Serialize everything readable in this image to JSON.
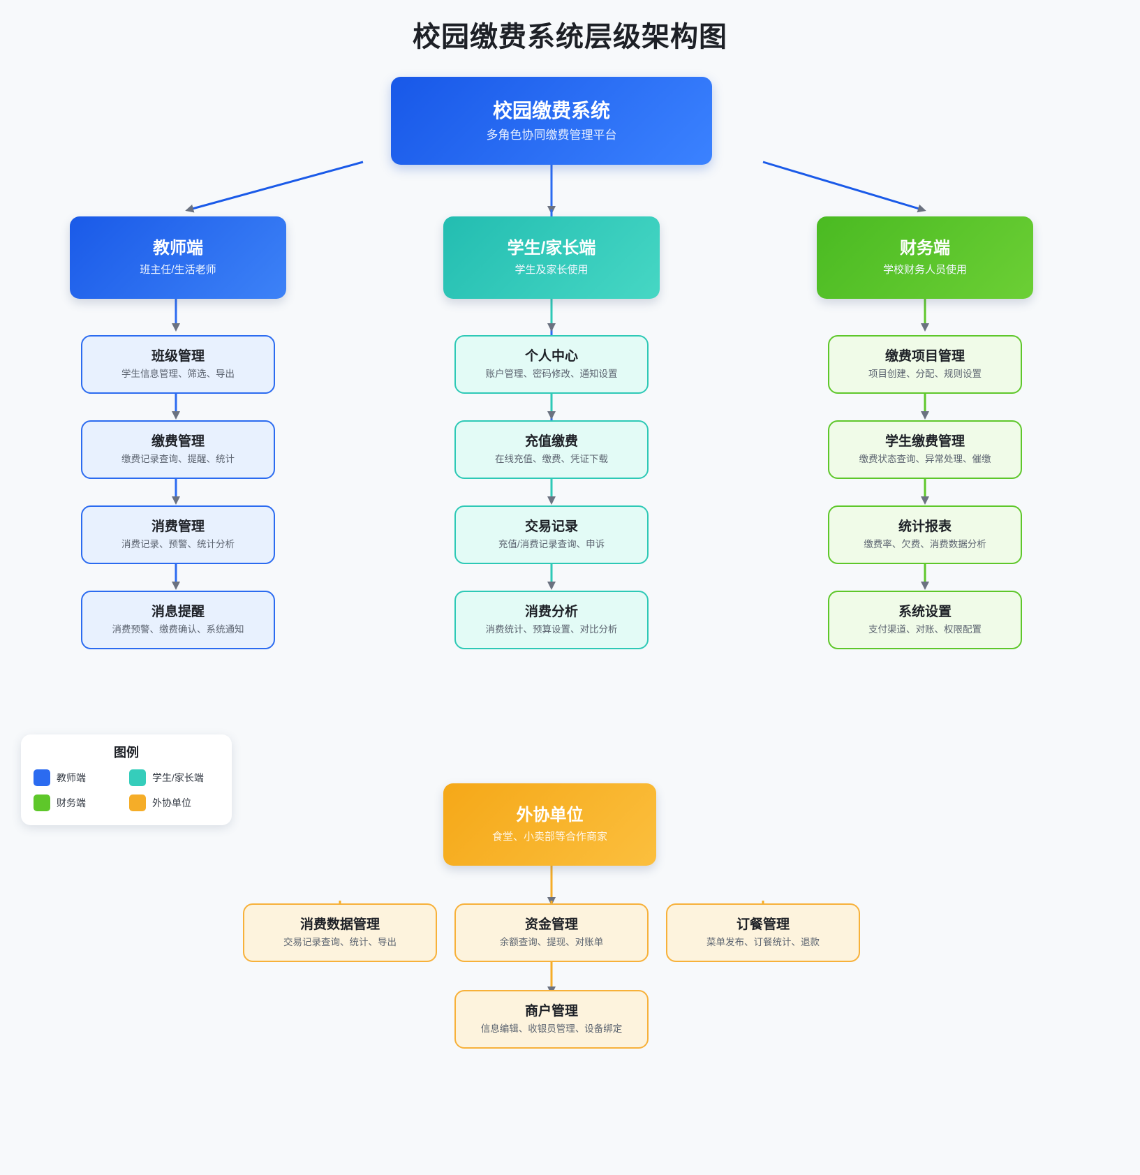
{
  "title": "校园缴费系统层级架构图",
  "colors": {
    "teacher": "#2b6bf0",
    "student": "#35cdbb",
    "finance": "#5ec72a",
    "vendor": "#f5ad28",
    "arrow": "#6b7280"
  },
  "root": {
    "title": "校园缴费系统",
    "subtitle": "多角色协同缴费管理平台"
  },
  "branches": [
    {
      "key": "teacher",
      "head": {
        "title": "教师端",
        "subtitle": "班主任/生活老师"
      },
      "children": [
        {
          "title": "班级管理",
          "subtitle": "学生信息管理、筛选、导出"
        },
        {
          "title": "缴费管理",
          "subtitle": "缴费记录查询、提醒、统计"
        },
        {
          "title": "消费管理",
          "subtitle": "消费记录、预警、统计分析"
        },
        {
          "title": "消息提醒",
          "subtitle": "消费预警、缴费确认、系统通知"
        }
      ]
    },
    {
      "key": "student",
      "head": {
        "title": "学生/家长端",
        "subtitle": "学生及家长使用"
      },
      "children": [
        {
          "title": "个人中心",
          "subtitle": "账户管理、密码修改、通知设置"
        },
        {
          "title": "充值缴费",
          "subtitle": "在线充值、缴费、凭证下载"
        },
        {
          "title": "交易记录",
          "subtitle": "充值/消费记录查询、申诉"
        },
        {
          "title": "消费分析",
          "subtitle": "消费统计、预算设置、对比分析"
        }
      ]
    },
    {
      "key": "finance",
      "head": {
        "title": "财务端",
        "subtitle": "学校财务人员使用"
      },
      "children": [
        {
          "title": "缴费项目管理",
          "subtitle": "项目创建、分配、规则设置"
        },
        {
          "title": "学生缴费管理",
          "subtitle": "缴费状态查询、异常处理、催缴"
        },
        {
          "title": "统计报表",
          "subtitle": "缴费率、欠费、消费数据分析"
        },
        {
          "title": "系统设置",
          "subtitle": "支付渠道、对账、权限配置"
        }
      ]
    }
  ],
  "vendor": {
    "head": {
      "title": "外协单位",
      "subtitle": "食堂、小卖部等合作商家"
    },
    "children": [
      {
        "title": "消费数据管理",
        "subtitle": "交易记录查询、统计、导出"
      },
      {
        "title": "资金管理",
        "subtitle": "余额查询、提现、对账单"
      },
      {
        "title": "订餐管理",
        "subtitle": "菜单发布、订餐统计、退款"
      }
    ],
    "grandchild": {
      "title": "商户管理",
      "subtitle": "信息编辑、收银员管理、设备绑定"
    }
  },
  "legend": {
    "title": "图例",
    "items": [
      {
        "label": "教师端",
        "color": "#2b6bf0"
      },
      {
        "label": "学生/家长端",
        "color": "#35cdbb"
      },
      {
        "label": "财务端",
        "color": "#5ec72a"
      },
      {
        "label": "外协单位",
        "color": "#f5ad28"
      }
    ]
  }
}
